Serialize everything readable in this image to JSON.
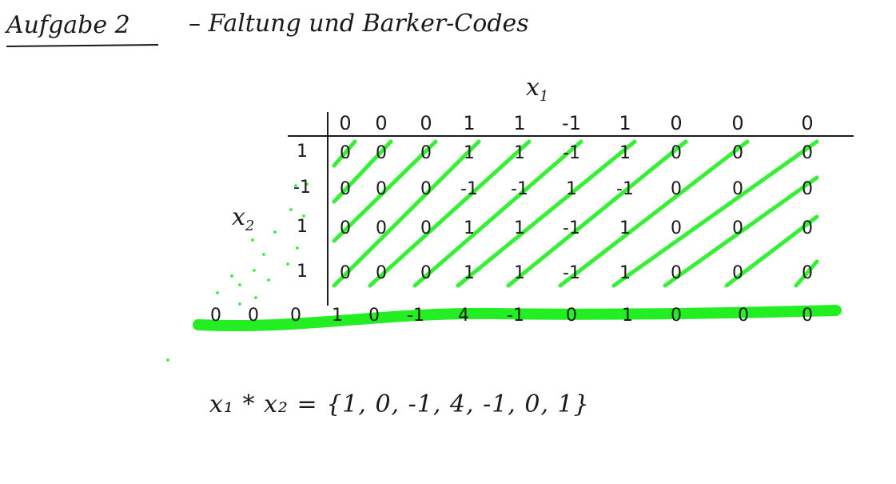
{
  "header": {
    "title": "Aufgabe 2",
    "subtitle": "– Faltung und Barker-Codes"
  },
  "table": {
    "x1_label": "x",
    "x1_sub": "1",
    "x2_label": "x",
    "x2_sub": "2",
    "x1_values": [
      "0",
      "0",
      "0",
      "1",
      "1",
      "-1",
      "1",
      "0",
      "0",
      "0"
    ],
    "x2_values": [
      "1",
      "-1",
      "1",
      "1"
    ],
    "rows": [
      [
        "0",
        "0",
        "0",
        "1",
        "1",
        "-1",
        "1",
        "0",
        "0",
        "0"
      ],
      [
        "0",
        "0",
        "0",
        "-1",
        "-1",
        "1",
        "-1",
        "0",
        "0",
        "0"
      ],
      [
        "0",
        "0",
        "0",
        "1",
        "1",
        "-1",
        "1",
        "0",
        "0",
        "0"
      ],
      [
        "0",
        "0",
        "0",
        "1",
        "1",
        "-1",
        "1",
        "0",
        "0",
        "0"
      ]
    ],
    "sum_row": [
      "0",
      "0",
      "0",
      "1",
      "0",
      "-1",
      "4",
      "-1",
      "0",
      "1",
      "0",
      "0",
      "0"
    ]
  },
  "result": {
    "lhs": "x₁ * x₂",
    "equals": "=",
    "set": "{1, 0, -1, 4, -1, 0, 1}"
  },
  "colors": {
    "ink": "#1a1a1a",
    "highlight": "#22ee22"
  }
}
